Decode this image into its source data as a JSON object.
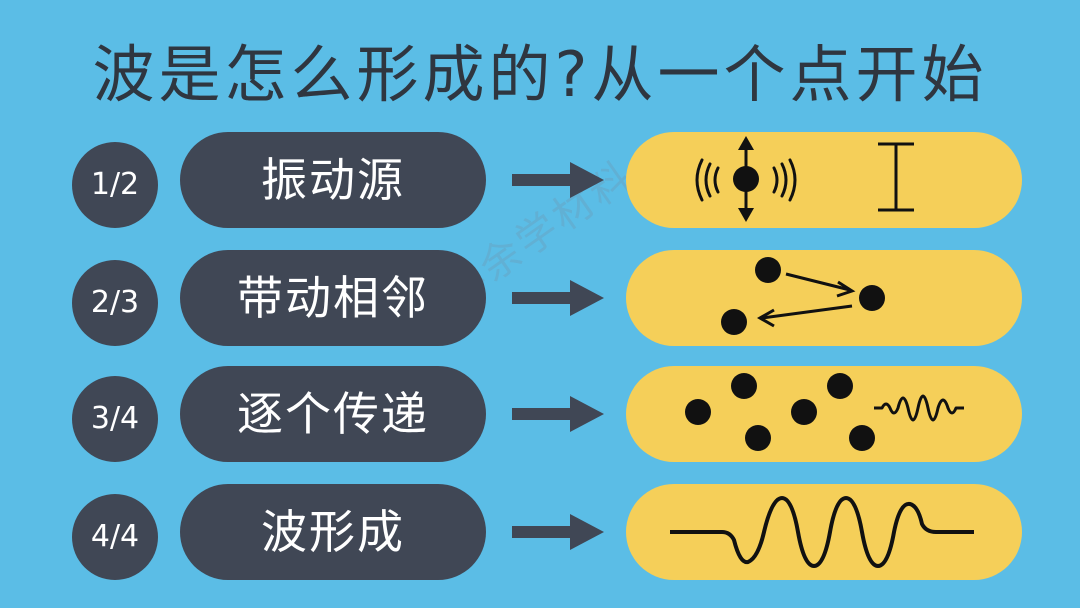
{
  "title": "波是怎么形成的?从一个点开始",
  "watermark": "小余学材料",
  "steps": [
    {
      "index": "1/2",
      "label": "振动源",
      "visual": "vibrating-source"
    },
    {
      "index": "2/3",
      "label": "带动相邻",
      "visual": "neighbor-coupling"
    },
    {
      "index": "3/4",
      "label": "逐个传递",
      "visual": "propagation"
    },
    {
      "index": "4/4",
      "label": "波形成",
      "visual": "waveform"
    }
  ],
  "colors": {
    "background": "#5bbde6",
    "dark": "#404755",
    "panel": "#f5cf59",
    "ink": "#111111"
  }
}
